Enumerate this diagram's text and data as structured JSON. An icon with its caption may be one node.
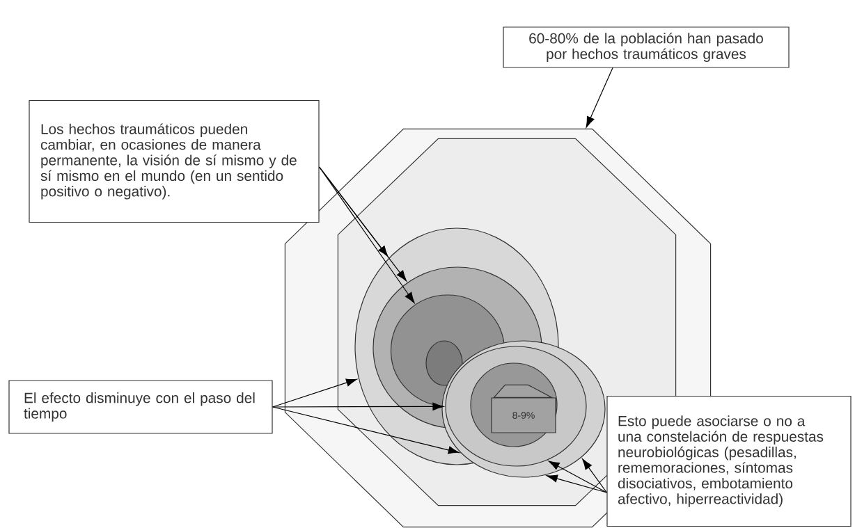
{
  "diagram": {
    "nodes": [
      {
        "text": [
          "60-80% de la población han pasado por hechos traumáticos graves"
        ]
      },
      {
        "text": [
          "Los hechos traumáticos pueden cambiar, en ocasiones de manera permanente, la visión de sí mismo y de sí mismo en el mundo (en un sentido positivo o negativo)."
        ]
      },
      {
        "text": [
          "El efecto disminuye con el paso del tiempo"
        ]
      },
      {
        "text": [
          "Esto puede asociarse o no a una constelación de respuestas neurobiológicas (pesadillas, rememoraciones, síntomas disociativos, embotamiento afectivo, hiperreactividad)"
        ]
      },
      {
        "text": [],
        "shape": "octagon"
      },
      {
        "text": [],
        "shape": "octagon",
        "in": 4
      },
      {
        "text": [],
        "shape": "circle",
        "in": 5
      },
      {
        "text": [],
        "shape": "circle",
        "in": 6
      },
      {
        "text": [],
        "shape": "circle",
        "in": 7
      },
      {
        "text": [],
        "shape": "circle",
        "in": 8
      },
      {
        "text": [],
        "shape": "circle",
        "in": 5
      },
      {
        "text": [],
        "shape": "circle",
        "in": 10
      },
      {
        "text": [],
        "shape": "circle"
      },
      {
        "text": [
          "8-9%"
        ],
        "in": 12
      }
    ],
    "edges": [
      {
        "from": 0,
        "to": 4,
        "arrow": "to"
      },
      {
        "from": 1,
        "to": 6,
        "arrow": "to"
      },
      {
        "from": 1,
        "to": 7,
        "arrow": "to"
      },
      {
        "from": 1,
        "to": 8,
        "arrow": "to"
      },
      {
        "from": 2,
        "to": 6,
        "arrow": "to"
      },
      {
        "from": 2,
        "to": 11,
        "arrow": "to"
      },
      {
        "from": 2,
        "to": 10,
        "arrow": "to"
      },
      {
        "from": 3,
        "to": 10,
        "arrow": "to"
      },
      {
        "from": 3,
        "to": 11,
        "arrow": "to"
      },
      {
        "from": 3,
        "to": 10,
        "arrow": "to"
      }
    ]
  }
}
